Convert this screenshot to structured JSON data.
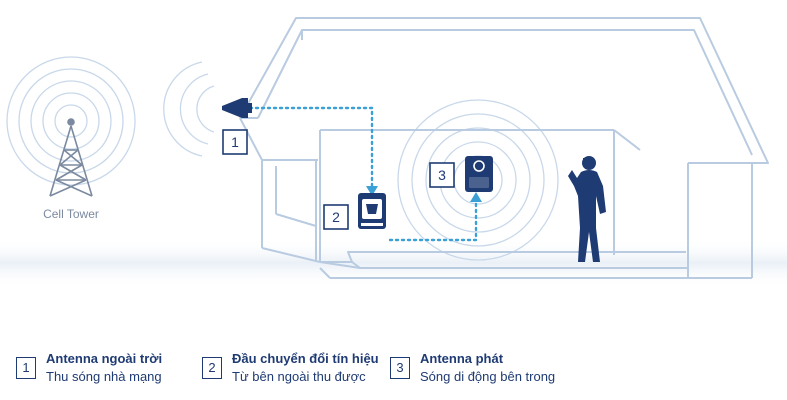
{
  "scene": {
    "tower_label": "Cell Tower",
    "callouts": [
      "1",
      "2",
      "3"
    ]
  },
  "legend": [
    {
      "number": "1",
      "title": "Antenna ngoài trời",
      "subtitle": "Thu sóng nhà mạng"
    },
    {
      "number": "2",
      "title": "Đầu chuyển đổi tín hiệu",
      "subtitle": "Từ bên ngoài thu được"
    },
    {
      "number": "3",
      "title": "Antenna phát",
      "subtitle": "Sóng di động bên trong"
    }
  ],
  "colors": {
    "navy": "#1f3b73",
    "house_outline": "#b9cbe0",
    "signal_ring": "#c8d8ea",
    "dotted_cable": "#3aa0d6",
    "ground": "#eef3f8"
  },
  "icons": [
    "cell-tower-icon",
    "outdoor-antenna-icon",
    "booster-device-icon",
    "indoor-antenna-icon",
    "person-on-phone-icon"
  ]
}
